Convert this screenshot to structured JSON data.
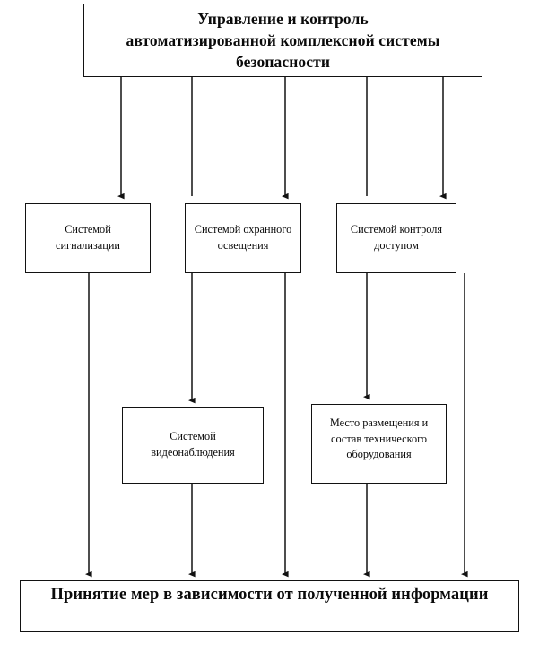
{
  "diagram": {
    "title": "Управление и контроль автоматизированной комплексной системы безопасности",
    "nodes": {
      "root": "Управление и контроль\nавтоматизированной комплексной системы\nбезопасности",
      "alarm_system": "Системой\nсигнализации",
      "security_lighting": "Системой охранного\nосвещения",
      "access_control": "Системой контроля\nдоступом",
      "video_surveillance": "Системой\nвидеонаблюдения",
      "equipment_placement": "Место размещения и\nсостав технического\nоборудования",
      "outcome": "Принятие мер в зависимости от полученной информации"
    },
    "colors": {
      "stroke": "#121212",
      "fill": "#ffffff",
      "text": "#0a0a0a"
    }
  }
}
